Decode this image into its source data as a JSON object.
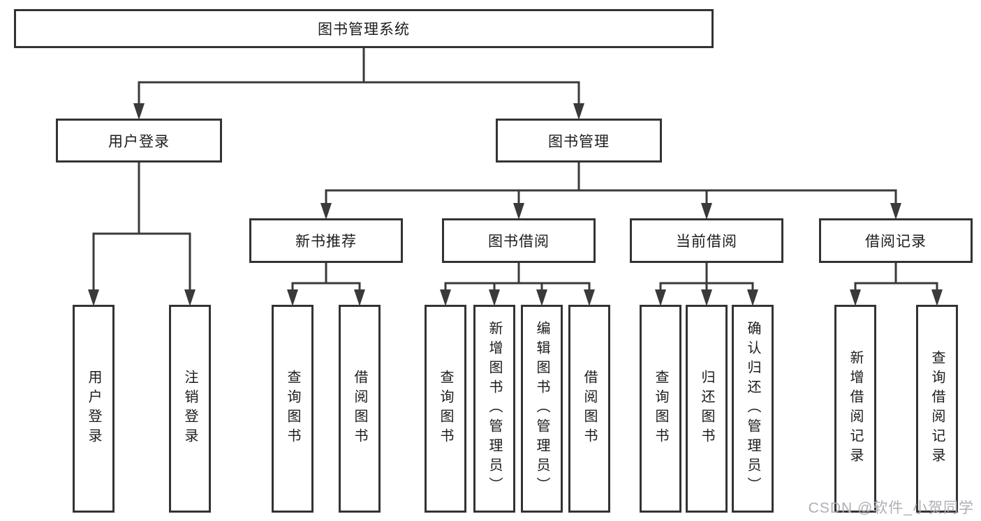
{
  "tree": {
    "label": "图书管理系统",
    "children": [
      {
        "label": "用户登录",
        "children": [
          {
            "label": "用户登录"
          },
          {
            "label": "注销登录"
          }
        ]
      },
      {
        "label": "图书管理",
        "children": [
          {
            "label": "新书推荐",
            "children": [
              {
                "label": "查询图书"
              },
              {
                "label": "借阅图书"
              }
            ]
          },
          {
            "label": "图书借阅",
            "children": [
              {
                "label": "查询图书"
              },
              {
                "label": "新增图书（管理员）"
              },
              {
                "label": "编辑图书（管理员）"
              },
              {
                "label": "借阅图书"
              }
            ]
          },
          {
            "label": "当前借阅",
            "children": [
              {
                "label": "查询图书"
              },
              {
                "label": "归还图书"
              },
              {
                "label": "确认归还（管理员）"
              }
            ]
          },
          {
            "label": "借阅记录",
            "children": [
              {
                "label": "新增借阅记录"
              },
              {
                "label": "查询借阅记录"
              }
            ]
          }
        ]
      }
    ]
  },
  "watermark": "CSDN @软件_小贺同学",
  "colors": {
    "line": "#3a3a3a",
    "box_border": "#333333",
    "box_background": "#ffffff",
    "text": "#1c1c1c",
    "watermark": "#aeaeb6"
  }
}
